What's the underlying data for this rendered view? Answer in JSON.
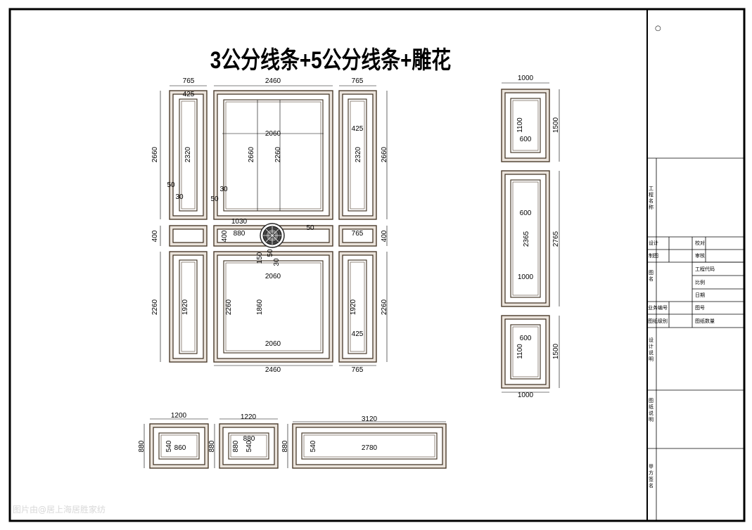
{
  "title": "3公分线条+5公分线条+雕花",
  "watermark": "图片由@居上海居胜家纺",
  "title_block": {
    "corner_mark": "○",
    "project_name": "工程名称",
    "design": "设计",
    "check": "校对",
    "drawn": "制图",
    "review": "审核",
    "drawing_name": "图名",
    "project_code": "工程代码",
    "scale": "比例",
    "date": "日期",
    "business_no": "业务编号",
    "drawing_no": "图号",
    "category": "图纸级别",
    "sheet_count": "图纸数量",
    "design_notes": "设计说明",
    "drawing_notes": "图纸说明",
    "signature": "甲方签名"
  },
  "dims": {
    "top_left_w": "765",
    "top_left_inner": "425",
    "top_main_w": "2460",
    "top_right_w": "765",
    "top_h_left": "2660",
    "top_side_inner_h": "2320",
    "top_main_inner_h_a": "2660",
    "top_main_inner_h_b": "2260",
    "top_main_inner_w": "2060",
    "top_right_inner": "425",
    "top_right_inner_h": "2320",
    "top_h_right": "2660",
    "m50a": "50",
    "m30a": "30",
    "m30b": "30",
    "m50b": "50",
    "mid_h_left": "400",
    "mid_1030": "1030",
    "mid_400": "400",
    "mid_880": "880",
    "mid_50": "50",
    "mid_765": "765",
    "mid_h_right": "400",
    "m150": "150",
    "m50c": "50",
    "m30c": "30",
    "bot_h_left": "2260",
    "bot_side_inner_h": "1920",
    "bot_main_inner_w": "2060",
    "bot_main_inner_h_a": "2260",
    "bot_main_inner_h_b": "1860",
    "bot_main_inner_w_b": "2060",
    "bot_right_inner_h": "1920",
    "bot_right_inner": "425",
    "bot_h_right": "2260",
    "bot_main_w": "2460",
    "bot_right_w": "765",
    "rp1_w": "1000",
    "rp1_inner_h": "1100",
    "rp1_inner_w": "600",
    "rp1_h": "1500",
    "rp2_inner_w": "600",
    "rp2_inner_h": "2365",
    "rp2_h": "2765",
    "rp2_w": "1000",
    "rp3_inner_w": "600",
    "rp3_inner_h": "1100",
    "rp3_h": "1500",
    "rp3_w": "1000",
    "b1_w": "1200",
    "b1_h": "880",
    "b1_inner_h": "540",
    "b1_inner_w": "860",
    "b2_w": "1220",
    "b2_h": "880",
    "b2_inner_w": "880",
    "b2_inner_h_a": "880",
    "b2_inner_h": "540",
    "b3_w": "3120",
    "b3_h": "880",
    "b3_inner_h": "540",
    "b3_inner_w": "2780"
  }
}
